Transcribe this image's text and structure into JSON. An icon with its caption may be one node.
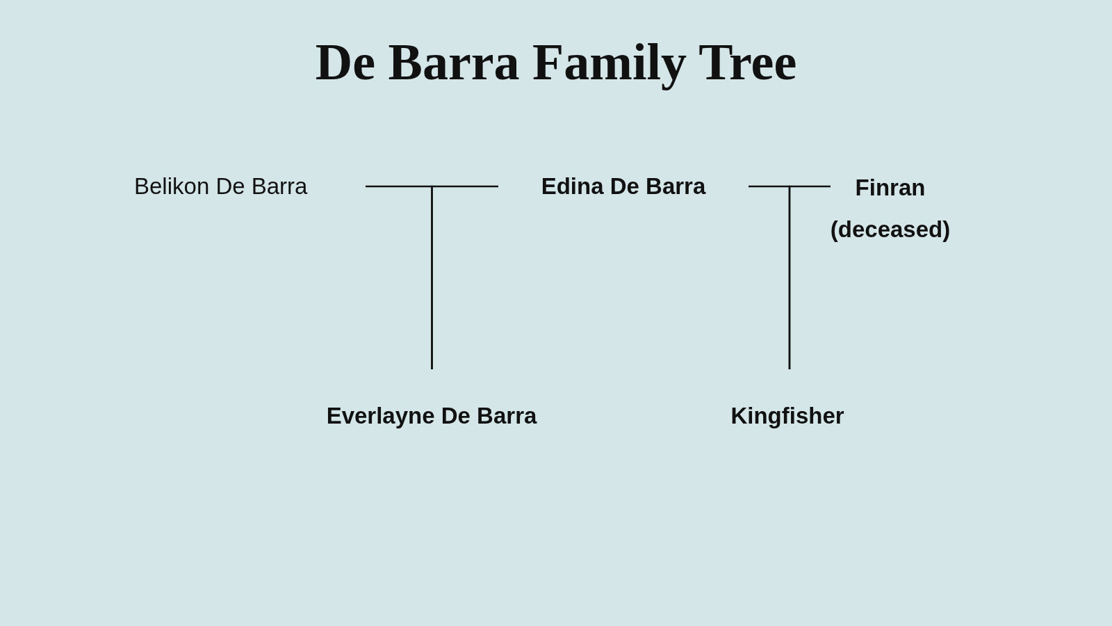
{
  "diagram": {
    "title": "De Barra Family Tree",
    "nodes": [
      {
        "text": [
          "Belikon De Barra"
        ]
      },
      {
        "text": [
          "Edina De Barra"
        ]
      },
      {
        "text": [
          "Finran",
          "(deceased)"
        ]
      },
      {
        "text": [
          "Everlayne De Barra"
        ]
      },
      {
        "text": [
          "Kingfisher"
        ]
      }
    ],
    "edges": [
      {
        "from": 0,
        "to": 3,
        "arrow": "none"
      },
      {
        "from": 1,
        "to": 3,
        "arrow": "none"
      },
      {
        "from": 1,
        "to": 4,
        "arrow": "none"
      },
      {
        "from": 2,
        "to": 4,
        "arrow": "none"
      }
    ]
  }
}
